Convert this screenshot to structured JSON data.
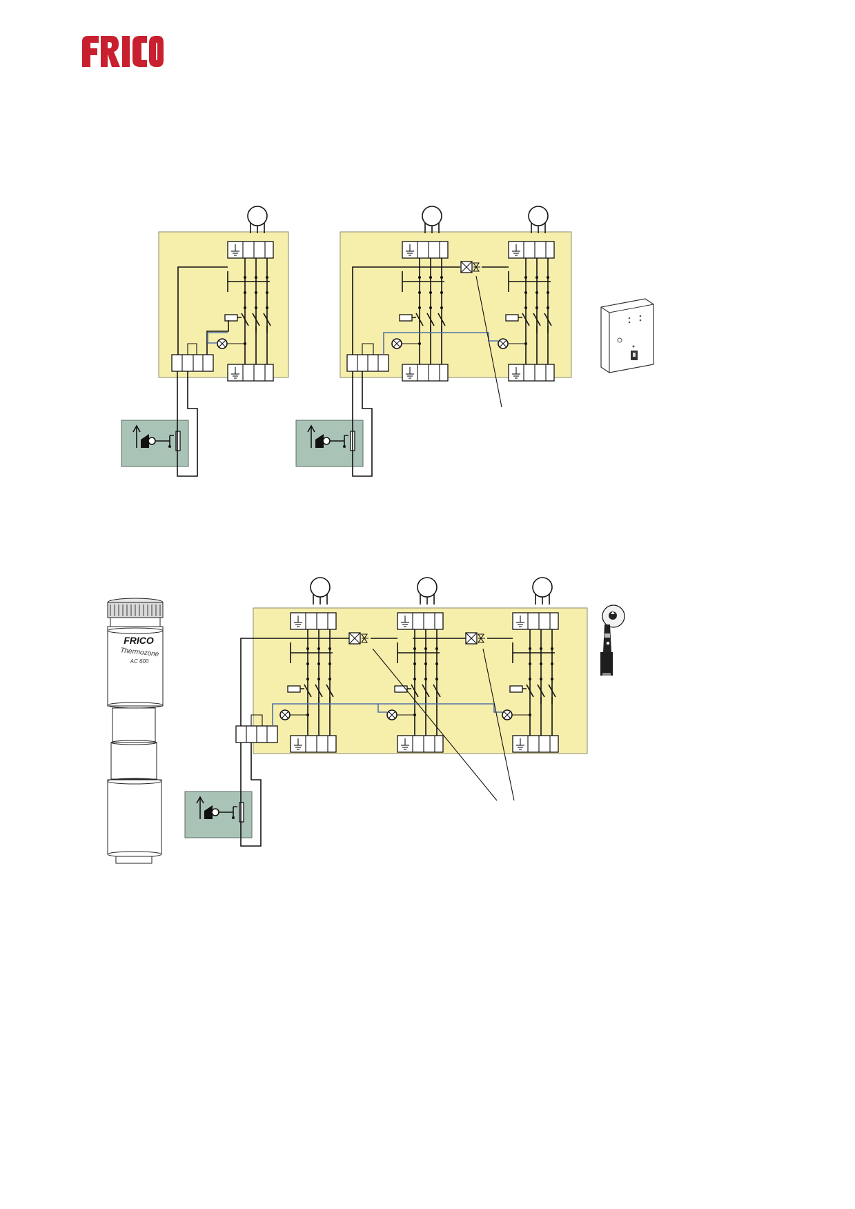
{
  "brand": {
    "logo_text": "FRICO",
    "logo_color": "#c8202f"
  },
  "colors": {
    "panel_fill": "#f6eeab",
    "sensor_fill": "#a9c3b6",
    "control_wire": "#5170a8"
  },
  "product_labels": {
    "cylinder_logo": "FRICO",
    "cylinder_model": "Thermozone",
    "cylinder_code": "AC 600"
  },
  "icons": [
    "earth-ground-icon",
    "motor-circle-icon",
    "indicator-lamp-icon",
    "relay-coil-icon",
    "optocoupler-icon",
    "thermostat-sensor-icon"
  ]
}
